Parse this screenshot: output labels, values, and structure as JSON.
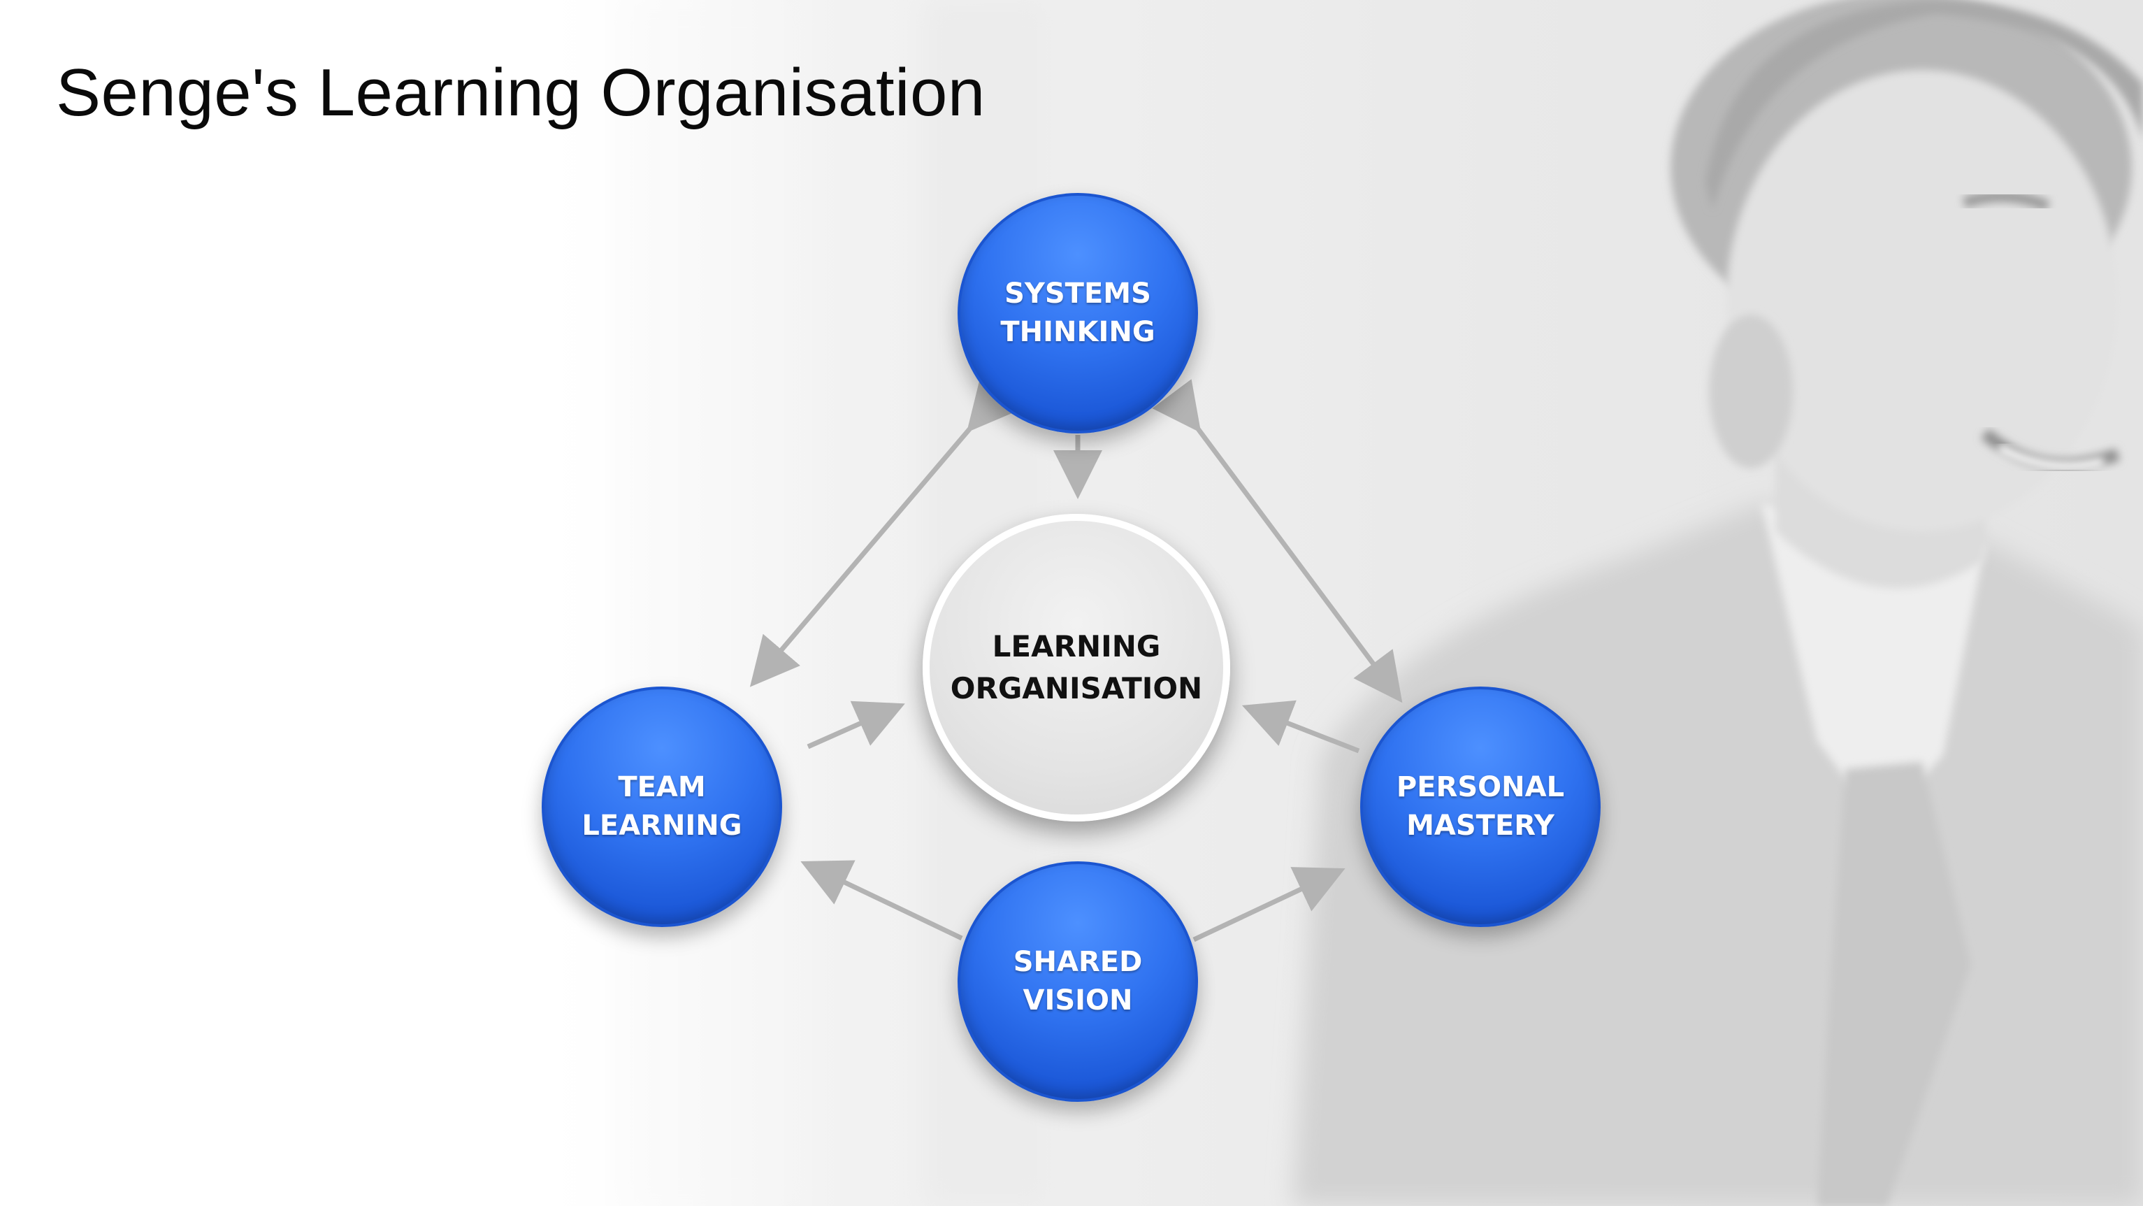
{
  "slide": {
    "title": "Senge's Learning Organisation"
  },
  "diagram": {
    "center": {
      "label": "LEARNING\nORGANISATION"
    },
    "nodes": {
      "top": {
        "label": "SYSTEMS\nTHINKING"
      },
      "left": {
        "label": "TEAM\nLEARNING"
      },
      "right": {
        "label": "PERSONAL\nMASTERY"
      },
      "bottom": {
        "label": "SHARED\nVISION"
      }
    },
    "colors": {
      "node_fill": "#2f72f0",
      "center_fill": "#e4e4e4",
      "arrow": "#b0b0b0",
      "title_text": "#0a0a0a"
    }
  }
}
